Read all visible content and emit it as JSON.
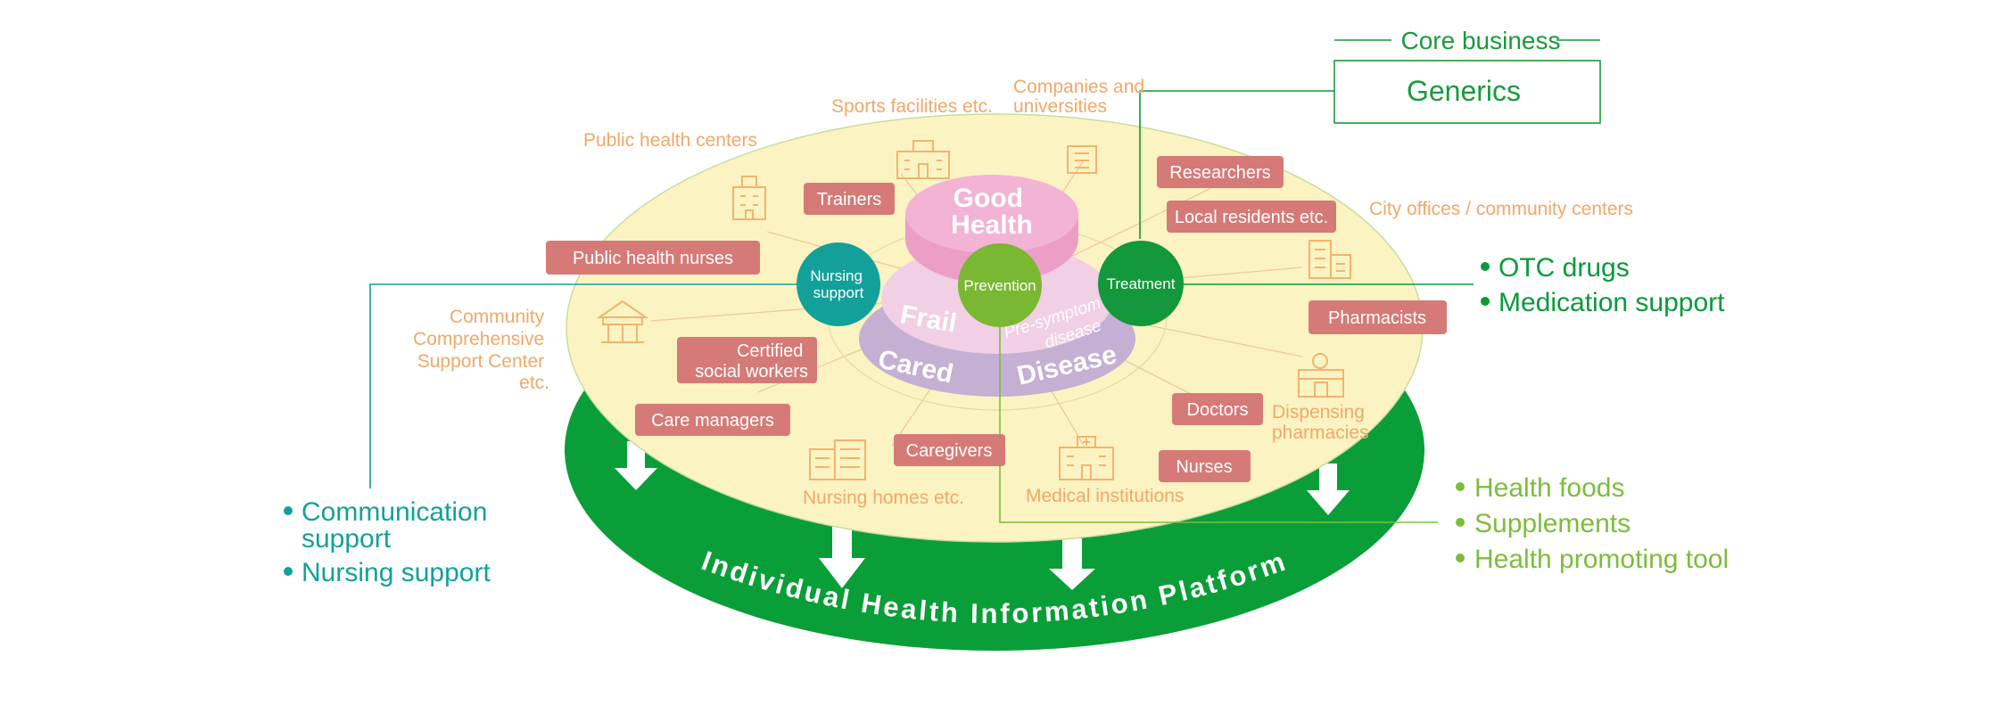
{
  "core_business": {
    "title": "Core business",
    "box_label": "Generics",
    "color": "#1a9a3c"
  },
  "platform": {
    "label": "Individual Health Information Platform",
    "color": "#0a9e38",
    "oval_color": "#fbf4c2"
  },
  "pyramid": {
    "top": "Good Health",
    "top_line1": "Good",
    "top_line2": "Health",
    "levels": [
      "Frail",
      "Pre-symptomatic disease",
      "Cared",
      "Disease"
    ],
    "pre_symptomatic_line1": "Pre-symptom",
    "pre_symptomatic_line2": "disease"
  },
  "hubs": {
    "nursing_line1": "Nursing",
    "nursing_line2": "support",
    "prevention": "Prevention",
    "treatment": "Treatment",
    "colors": {
      "nursing": "#13a09b",
      "prevention": "#7ab733",
      "treatment": "#13983c"
    }
  },
  "roles": {
    "researchers": "Researchers",
    "local_residents": "Local residents etc.",
    "trainers": "Trainers",
    "public_health_nurses": "Public health nurses",
    "certified_line1": "Certified",
    "certified_line2": "social workers",
    "care_managers": "Care managers",
    "caregivers": "Caregivers",
    "pharmacists": "Pharmacists",
    "doctors": "Doctors",
    "nurses": "Nurses"
  },
  "places": {
    "public_health_centers": "Public health centers",
    "sports_facilities": "Sports facilities etc.",
    "companies_line1": "Companies and",
    "companies_line2": "universities",
    "city_offices": "City offices / community centers",
    "community_line1": "Community",
    "community_line2": "Comprehensive",
    "community_line3": "Support Center",
    "community_line4": "etc.",
    "dispensing_line1": "Dispensing",
    "dispensing_line2": "pharmacies",
    "nursing_homes": "Nursing homes etc.",
    "medical_institutions": "Medical institutions"
  },
  "lists": {
    "treatment": [
      "OTC drugs",
      "Medication support"
    ],
    "nursing_line1": "Communication",
    "nursing_line2": "support",
    "nursing_item2": "Nursing support",
    "prevention": [
      "Health foods",
      "Supplements",
      "Health promoting tool"
    ]
  }
}
